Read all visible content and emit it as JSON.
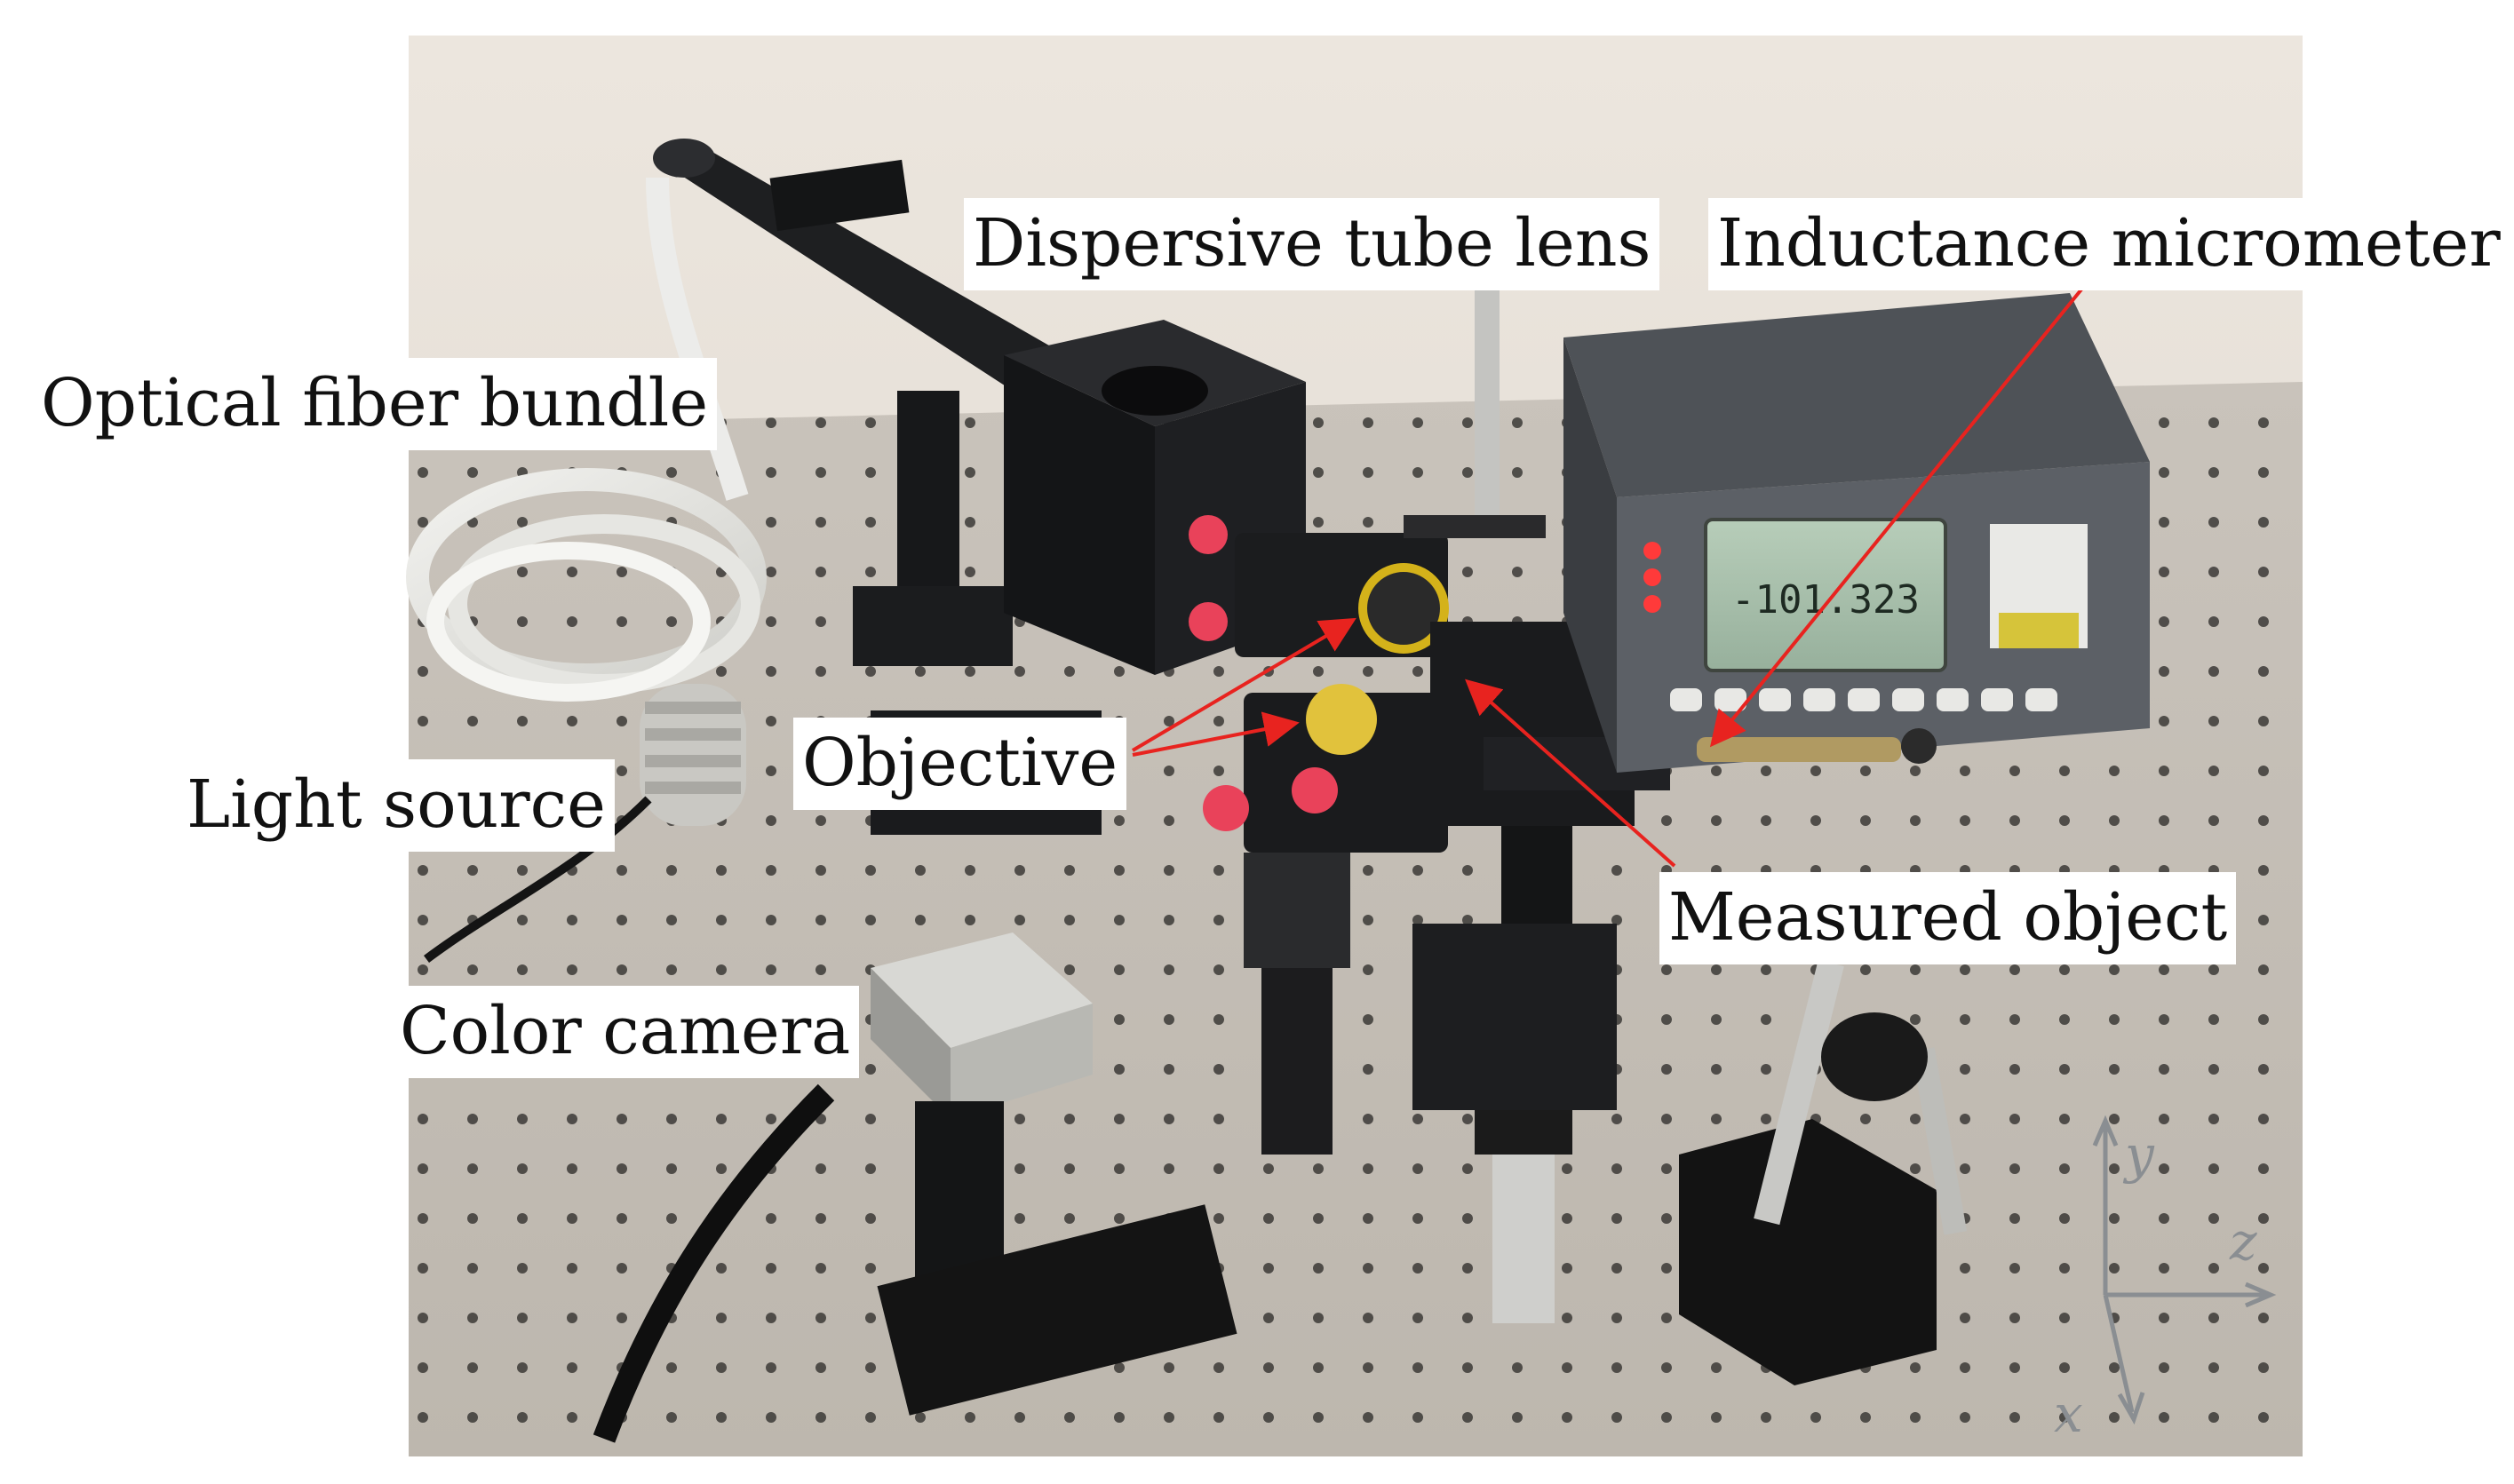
{
  "figure": {
    "description_type": "photograph of a laboratory optical measurement setup with text callouts",
    "labels": {
      "dispersive_tube_lens": "Dispersive tube lens",
      "inductance_micrometer": "Inductance micrometer",
      "optical_fiber_bundle": "Optical fiber bundle",
      "objective": "Objective",
      "light_source": "Light source",
      "measured_object": "Measured object",
      "color_camera": "Color camera"
    },
    "micrometer_display_reading": "-101.323",
    "axes": {
      "y": "y",
      "z": "z",
      "x": "x"
    },
    "colors": {
      "arrow": "#e8231f",
      "label_background": "#ffffff",
      "table_surface": "#cdc7bf",
      "wall": "#e4ddd5",
      "instrument_body": "#53575d",
      "lcd": "#a9c2ae",
      "knob_red": "#e9425a"
    }
  }
}
